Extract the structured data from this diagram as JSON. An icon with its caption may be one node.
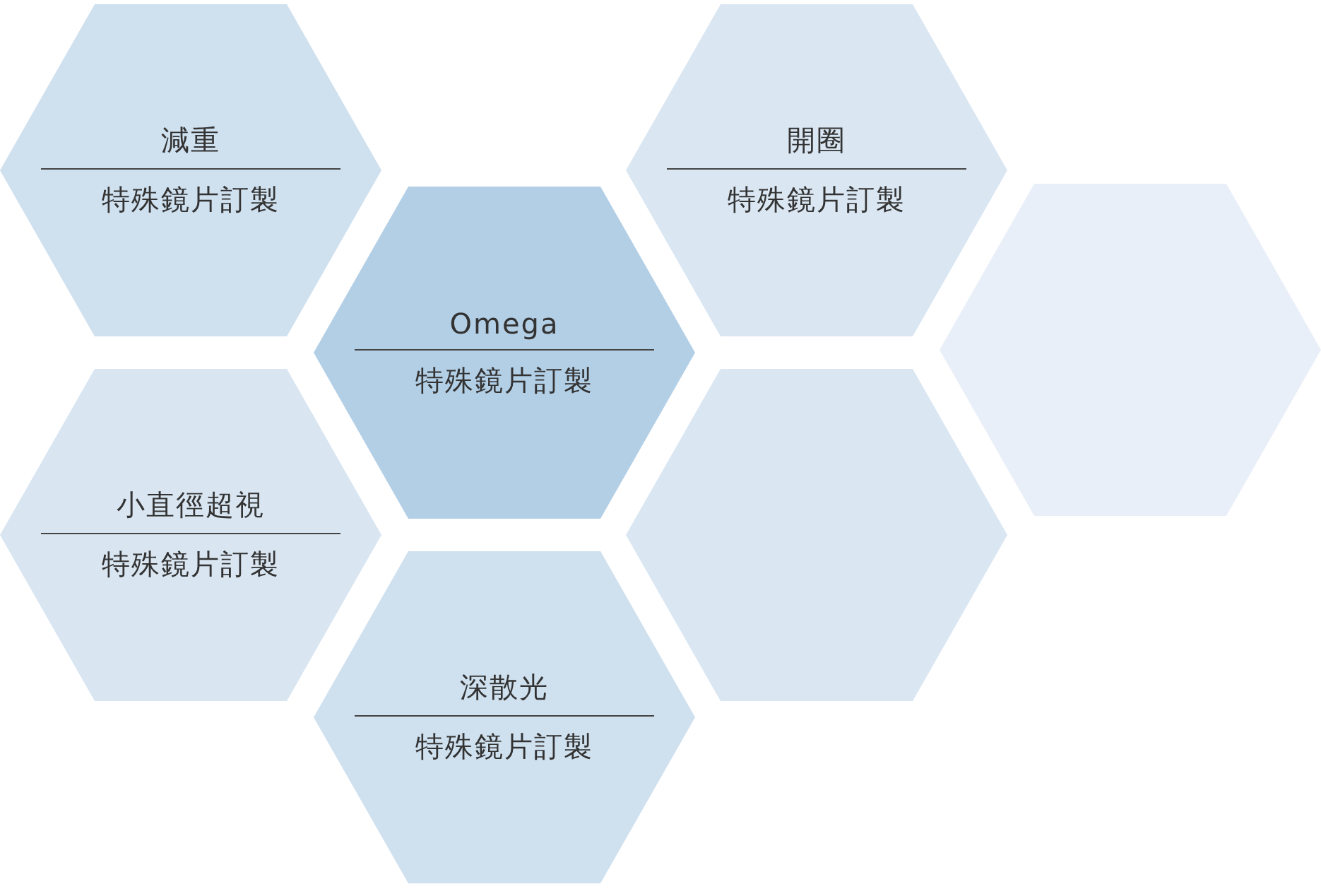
{
  "diagram": {
    "nodes": [
      {
        "text": [
          "減重",
          "特殊鏡片訂製"
        ]
      },
      {
        "text": [
          "開圈",
          "特殊鏡片訂製"
        ]
      },
      {
        "text": [
          "Omega",
          "特殊鏡片訂製"
        ]
      },
      {
        "text": [],
        "shape": "hexagon"
      },
      {
        "text": [
          "小直徑超視",
          "特殊鏡片訂製"
        ]
      },
      {
        "text": [],
        "shape": "hexagon"
      },
      {
        "text": [
          "深散光",
          "特殊鏡片訂製"
        ]
      }
    ]
  }
}
